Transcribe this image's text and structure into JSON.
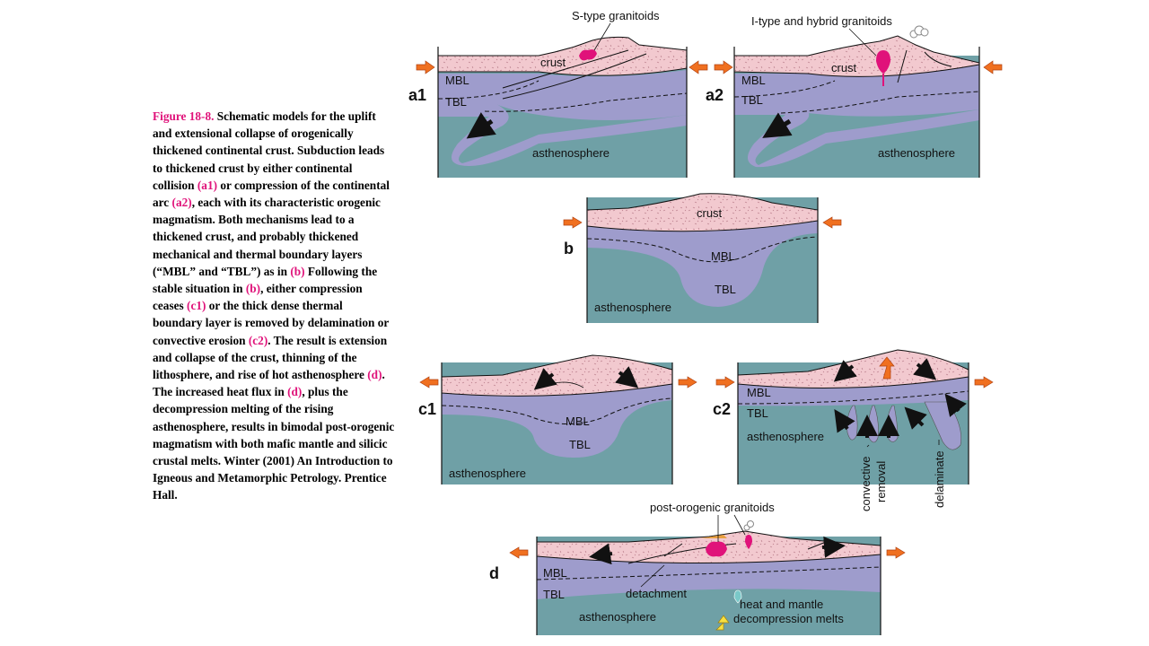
{
  "caption": {
    "s1": "Figure 18-8.",
    "s2": " Schematic models for the uplift and extensional collapse of orogenically thickened continental crust. Subduction leads to thickened crust by either continental collision ",
    "r_a1": "(a1)",
    "s3": " or compression of the continental arc ",
    "r_a2": "(a2)",
    "s4": ", each with its characteristic orogenic magmatism. Both mechanisms lead to a thickened crust, and probably thickened mechanical and thermal boundary layers (“MBL” and “TBL”) as in ",
    "r_b1": "(b)",
    "s5": " Following the stable situation in ",
    "r_b2": "(b)",
    "s6": ", either compression ceases ",
    "r_c1": "(c1)",
    "s7": " or the thick dense thermal boundary layer is removed by delamination or convective erosion ",
    "r_c2": "(c2)",
    "s8": ". The result is extension and collapse of the crust, thinning of the lithosphere, and rise of hot asthenosphere ",
    "r_d1": "(d)",
    "s9": ". The increased heat flux in ",
    "r_d2": "(d)",
    "s10": ", plus the decompression melting of the rising asthenosphere, results in bimodal post-orogenic magmatism with both mafic mantle and silicic crustal melts.",
    "s11": " Winter (2001) An Introduction to Igneous and Metamorphic Petrology. Prentice Hall."
  },
  "colors": {
    "crust": "#f2c9cf",
    "lithosphere": "#9e9ccc",
    "asthenosphere": "#6fa0a6",
    "arrow": "#f07020",
    "magma": "#e0127a",
    "caption_highlight": "#e0127a"
  },
  "panels": {
    "a1": {
      "label": "a1",
      "top_label": "S-type granitoids",
      "crust": "crust",
      "mbl": "MBL",
      "tbl": "TBL",
      "asth": "asthenosphere"
    },
    "a2": {
      "label": "a2",
      "top_label": "I-type and hybrid granitoids",
      "crust": "crust",
      "mbl": "MBL",
      "tbl": "TBL",
      "asth": "asthenosphere"
    },
    "b": {
      "label": "b",
      "crust": "crust",
      "mbl": "MBL",
      "tbl": "TBL",
      "asth": "asthenosphere"
    },
    "c1": {
      "label": "c1",
      "mbl": "MBL",
      "tbl": "TBL",
      "asth": "asthenosphere"
    },
    "c2": {
      "label": "c2",
      "mbl": "MBL",
      "tbl": "TBL",
      "asth": "asthenosphere",
      "convective": "convective",
      "removal": "removal",
      "delaminate": "delaminate"
    },
    "d": {
      "label": "d",
      "top_label": "post-orogenic granitoids",
      "mbl": "MBL",
      "tbl": "TBL",
      "asth": "asthenosphere",
      "detachment": "detachment",
      "heat1": "heat and mantle",
      "heat2": "decompression melts"
    }
  }
}
